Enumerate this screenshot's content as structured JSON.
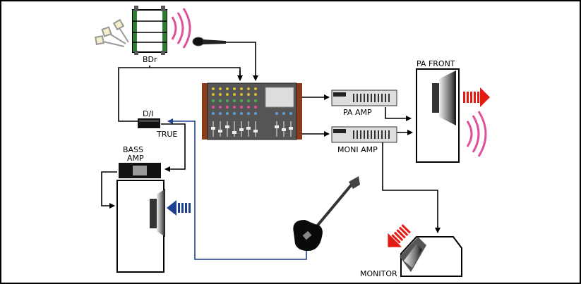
{
  "labels": {
    "bass_drum": "BDr",
    "di_box": "D/I",
    "true_out": "TRUE",
    "bass_amp_line1": "BASS",
    "bass_amp_line2": "AMP",
    "pa_amp": "PA AMP",
    "moni_amp": "MONI AMP",
    "pa_front": "PA FRONT",
    "monitor": "MONITOR"
  },
  "colors": {
    "border": "#000000",
    "signal_line": "#000000",
    "bass_cable": "#1f3f8f",
    "sound_wave": "#e0509a",
    "output_arrow": "#e31b12",
    "bass_arrow": "#1f3f8f",
    "mixer_side": "#8b3a1a"
  },
  "icons": {
    "drum": "bass-drum-icon",
    "microphone": "microphone-icon",
    "mixer": "mixing-console-icon",
    "amp": "power-amp-icon",
    "speaker": "speaker-cabinet-icon",
    "guitar": "bass-guitar-icon"
  }
}
